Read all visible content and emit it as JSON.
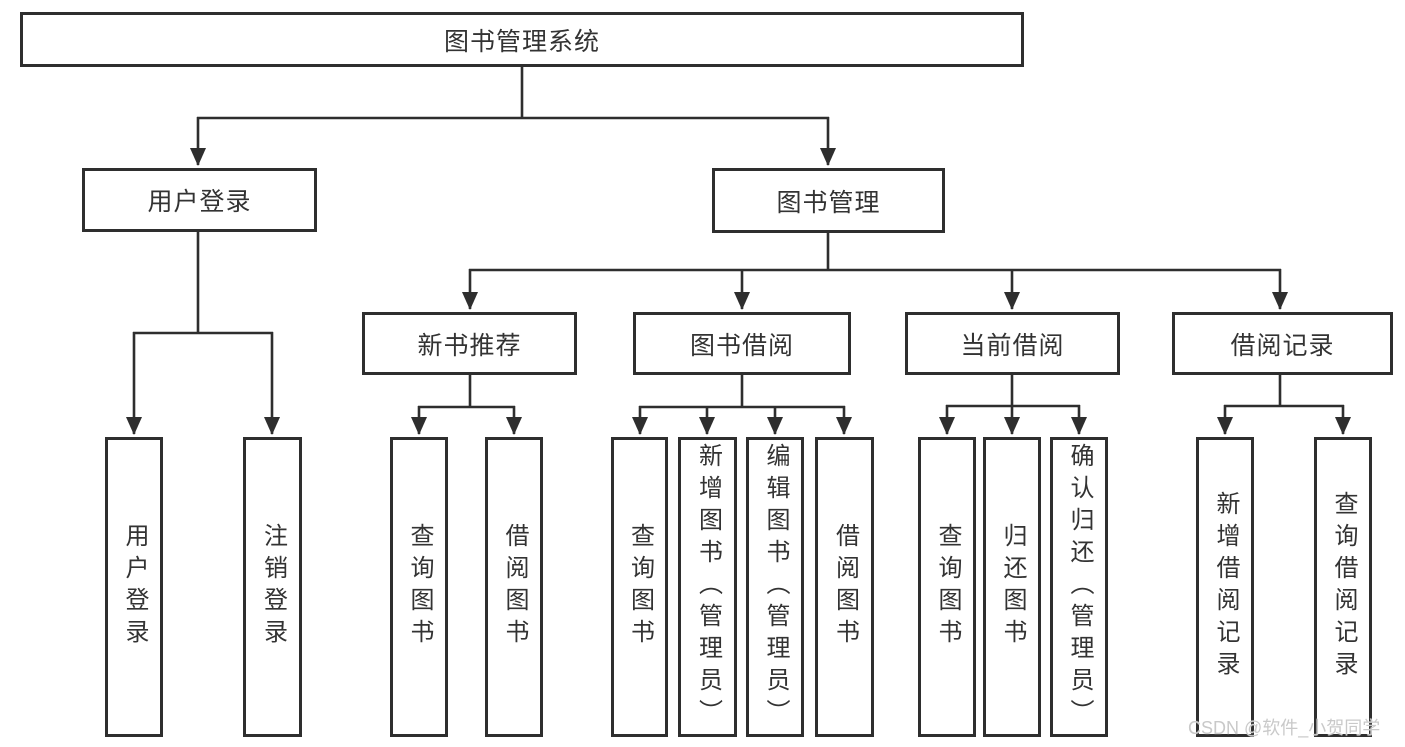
{
  "diagram": {
    "root": "图书管理系统",
    "level2": [
      "用户登录",
      "图书管理"
    ],
    "level3": [
      "新书推荐",
      "图书借阅",
      "当前借阅",
      "借阅记录"
    ],
    "leaves": {
      "user_login": [
        "用户登录",
        "注销登录"
      ],
      "new_books": [
        "查询图书",
        "借阅图书"
      ],
      "book_borrow": [
        "查询图书",
        "新增图书（管理员）",
        "编辑图书（管理员）",
        "借阅图书"
      ],
      "current_borrow": [
        "查询图书",
        "归还图书",
        "确认归还（管理员）"
      ],
      "borrow_records": [
        "新增借阅记录",
        "查询借阅记录"
      ]
    }
  },
  "watermark": "CSDN @软件_小贺同学",
  "colors": {
    "line": "#2e2e2e",
    "text": "#333333",
    "watermark": "#c9c9c9",
    "background": "#ffffff"
  }
}
